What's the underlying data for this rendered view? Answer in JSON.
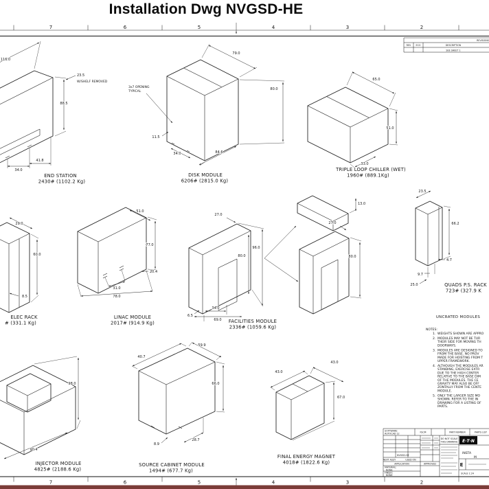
{
  "title": "Installation Dwg NVGSD-HE",
  "rulers": {
    "top": [
      "7",
      "6",
      "5",
      "4",
      "3",
      "2"
    ],
    "bottom": [
      "7",
      "6",
      "5",
      "4",
      "3",
      "2"
    ]
  },
  "rev_table": {
    "header": "REVISIONS",
    "col_rev": "REV",
    "col_eco": "ECO",
    "col_desc": "DESCRIPTION",
    "row_desc": "SEE SHEET 1"
  },
  "modules": [
    {
      "name": "END STATION",
      "weight": "2430# (1102.2 Kg)",
      "note": "W/SHELF REMOVED",
      "dims": [
        "116.0",
        "23.5",
        "88.5",
        "34.0",
        "41.8"
      ]
    },
    {
      "name": "DISK MODULE",
      "weight": "6206# (2815.0 Kg)",
      "callout_l1": "3x7 OPENING",
      "callout_l2": "TYPICAL",
      "dims": [
        "79.0",
        "80.0",
        "11.5",
        "34.0",
        "84.6"
      ]
    },
    {
      "name": "TRIPLE LOOP CHILLER (WET)",
      "weight": "1960# (889.1Kg)",
      "dims": [
        "65.0",
        "51.0",
        "33.0"
      ]
    },
    {
      "name": "ELEC RACK",
      "weight": "# (331.1 Kg)",
      "dims": [
        "29.0",
        "60.0",
        "8.5"
      ]
    },
    {
      "name": "LINAC MODULE",
      "weight": "2017# (914.9 Kg)",
      "dims": [
        "51.0",
        "77.0",
        "20.4",
        "31.0",
        "78.0"
      ]
    },
    {
      "name": "FACILITIES MODULE",
      "weight": "2336# (1059.6 Kg)",
      "dims": [
        "27.0",
        "96.0",
        "80.0",
        "34.0",
        "69.0",
        "6.5",
        "27.0",
        "80.0",
        "13.0"
      ]
    },
    {
      "name": "QUADS P.S. RACK",
      "weight": "723# (327.9 K",
      "dims": [
        "23.5",
        "66.2",
        "4.7",
        "9.7",
        "25.0"
      ]
    },
    {
      "name": "INJECTOR MODULE",
      "weight": "4825# (2188.6 Kg)",
      "dims": [
        "98.0",
        "90.4"
      ]
    },
    {
      "name": "SOURCE CABINET MODULE",
      "weight": "1494# (677.7 Kg)",
      "dims": [
        "40.7",
        "59.9",
        "66.0",
        "28.7",
        "8.9"
      ]
    },
    {
      "name": "FINAL ENERGY MAGNET",
      "weight": "4018# (1822.6 Kg)",
      "dims": [
        "43.0",
        "43.0",
        "67.0"
      ]
    }
  ],
  "uncrated": {
    "title": "UNCRATED MODULES",
    "label": "NOTES:",
    "notes": [
      {
        "num": "1.",
        "lines": [
          "WEIGHTS SHOWN ARE APPRO"
        ]
      },
      {
        "num": "2.",
        "lines": [
          "MODULES MAY NOT BE TUR",
          "THEIR SIDE FOR MOVING TH",
          "DOORWAYS."
        ]
      },
      {
        "num": "3.",
        "lines": [
          "MODULES ARE DESIGNED TO",
          "FROM THE BASE.  NO PROV",
          "MADE FOR HOISTING FROM T",
          "UPPER FRAMEWORK."
        ]
      },
      {
        "num": "4.",
        "lines": [
          "ALTHOUGH THE MODULES AR",
          "STANDING, EXERCISE EXTR",
          "DUE TO THE HIGH CENTER",
          "RELATIVE TO THE BASE DIM",
          "OF THE MODULES.  THE CE",
          "GRAVITY MAY ALSO BE OFF",
          "ZONTALLY FROM THE CENTE",
          "MODULE."
        ]
      },
      {
        "num": "5.",
        "lines": [
          "ONLY THE LARGER SIZE MO",
          "SHOWN.  REFER TO THE IN",
          "DRAWING FOR A LISTING OF",
          "PARTS."
        ]
      }
    ]
  },
  "title_block": {
    "software_l1": "SOFTWARE:",
    "software_l2": "AUTOCAD 12",
    "fscm": "FSCM",
    "part_number": "PART NUMBER",
    "parts_list": "PARTS LIST",
    "do_not_scale_l1": "DO NOT SCALE",
    "do_not_scale_l2": "THIS DRAWING",
    "logo": "E·T·N",
    "model": "NVGSD-HE",
    "next_assy": "NEXT ASSY",
    "used_on": "USED ON",
    "application": "APPLICATION",
    "approved": "APPROVED",
    "material_label": "MATERIAL:",
    "material": "NONE",
    "finish_label": "FINISH:",
    "finish": "NONE",
    "title_l1": "INSTA",
    "title_l2": "M",
    "size": "E",
    "scale": "SCALE 1:24"
  }
}
